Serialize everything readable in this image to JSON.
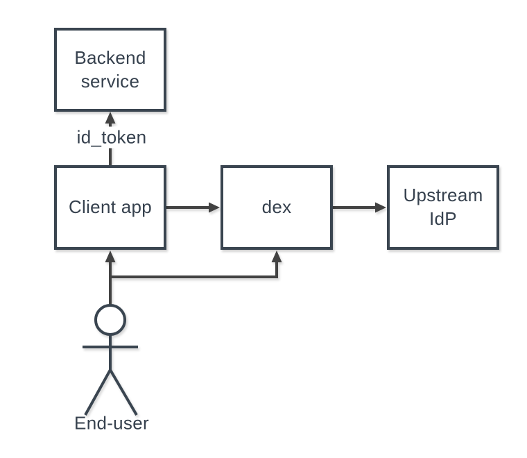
{
  "diagram": {
    "type": "flow-diagram",
    "background": "#ffffff",
    "colors": {
      "node_border": "#3a4550",
      "node_fill": "#ffffff",
      "arrow": "#424242",
      "text": "#36414e"
    },
    "nodes": {
      "backend": {
        "label": "Backend\nservice"
      },
      "client": {
        "label": "Client app"
      },
      "dex": {
        "label": "dex"
      },
      "upstream": {
        "label": "Upstream\nIdP"
      },
      "enduser": {
        "label": "End-user"
      }
    },
    "edges": [
      {
        "from": "client",
        "to": "backend",
        "label": "id_token"
      },
      {
        "from": "client",
        "to": "dex",
        "label": ""
      },
      {
        "from": "dex",
        "to": "upstream",
        "label": ""
      },
      {
        "from": "enduser",
        "to": "client",
        "label": ""
      },
      {
        "from": "enduser",
        "to": "dex",
        "label": ""
      }
    ]
  }
}
